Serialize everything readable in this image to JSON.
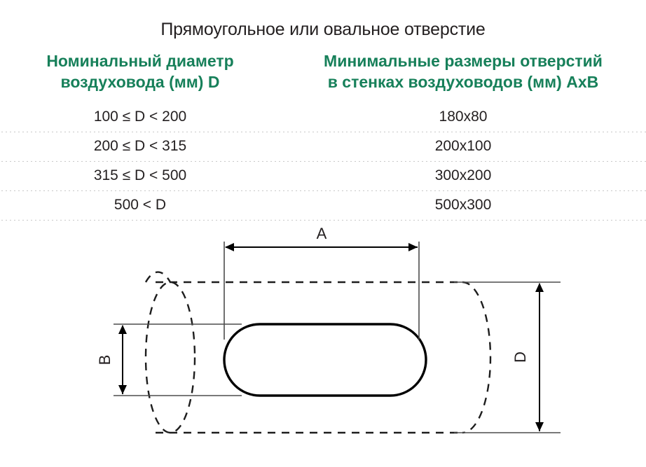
{
  "title": "Прямоугольное или овальное отверстие",
  "table": {
    "headers": [
      "Номинальный диаметр воздуховода (мм) D",
      "Минимальные размеры отверстий в стенках воздуховодов (мм) AxB"
    ],
    "header_lines": {
      "col_a_line1": "Номинальный диаметр",
      "col_a_line2": "воздуховода (мм) D",
      "col_b_line1": "Минимальные размеры отверстий",
      "col_b_line2": "в стенках воздуховодов (мм) AxB"
    },
    "rows": [
      {
        "diameter": "100 ≤ D < 200",
        "opening": "180x80"
      },
      {
        "diameter": "200 ≤ D < 315",
        "opening": "200x100"
      },
      {
        "diameter": "315 ≤ D < 500",
        "opening": "300x200"
      },
      {
        "diameter": "500 < D",
        "opening": "500x300"
      }
    ]
  },
  "diagram": {
    "labels": {
      "a": "A",
      "b": "B",
      "d": "D"
    }
  },
  "colors": {
    "header_green": "#17805a",
    "text_black": "#231f20",
    "separator_gray": "#c8c8c8",
    "line_black": "#000000",
    "thin_line_gray": "#4d4d4d",
    "background": "#ffffff"
  }
}
